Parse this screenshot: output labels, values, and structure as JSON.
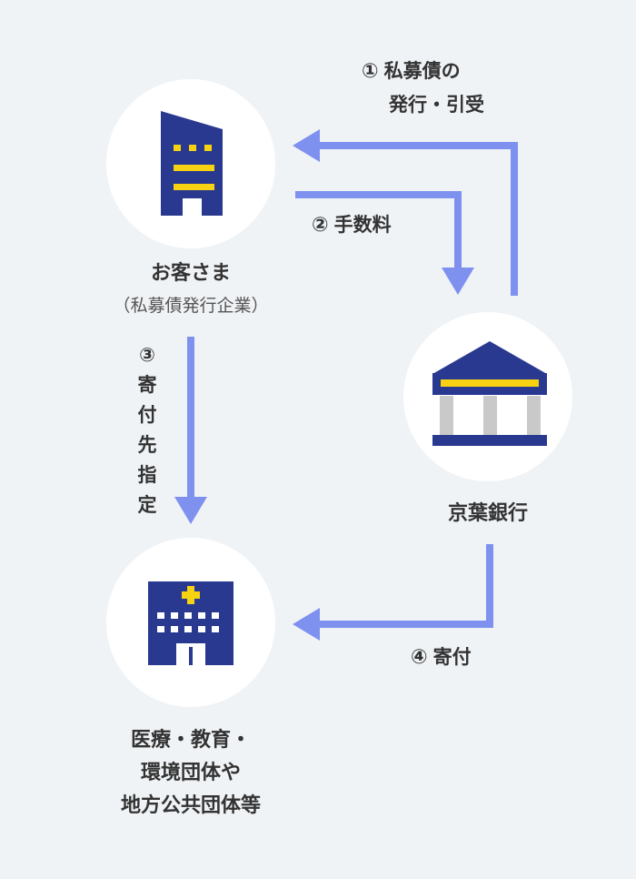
{
  "colors": {
    "background": "#f0f3f6",
    "arrow": "#7f91ef",
    "navy": "#2a3990",
    "yellow": "#f6d213",
    "gray": "#c9c9c9",
    "text": "#333333"
  },
  "nodes": {
    "customer": {
      "title": "お客さま",
      "subtitle": "（私募債発行企業）",
      "icon": "office-building-icon"
    },
    "bank": {
      "title": "京葉銀行",
      "icon": "bank-building-icon"
    },
    "recipient": {
      "lines": [
        "医療・教育・",
        "環境団体や",
        "地方公共団体等"
      ],
      "icon": "hospital-building-icon"
    }
  },
  "steps": {
    "s1": {
      "num": "①",
      "lines": [
        "私募債の",
        "発行・引受"
      ]
    },
    "s2": {
      "num": "②",
      "text": "手数料"
    },
    "s3": {
      "num": "③",
      "chars": [
        "寄",
        "付",
        "先",
        "指",
        "定"
      ]
    },
    "s4": {
      "num": "④",
      "text": "寄付"
    }
  }
}
